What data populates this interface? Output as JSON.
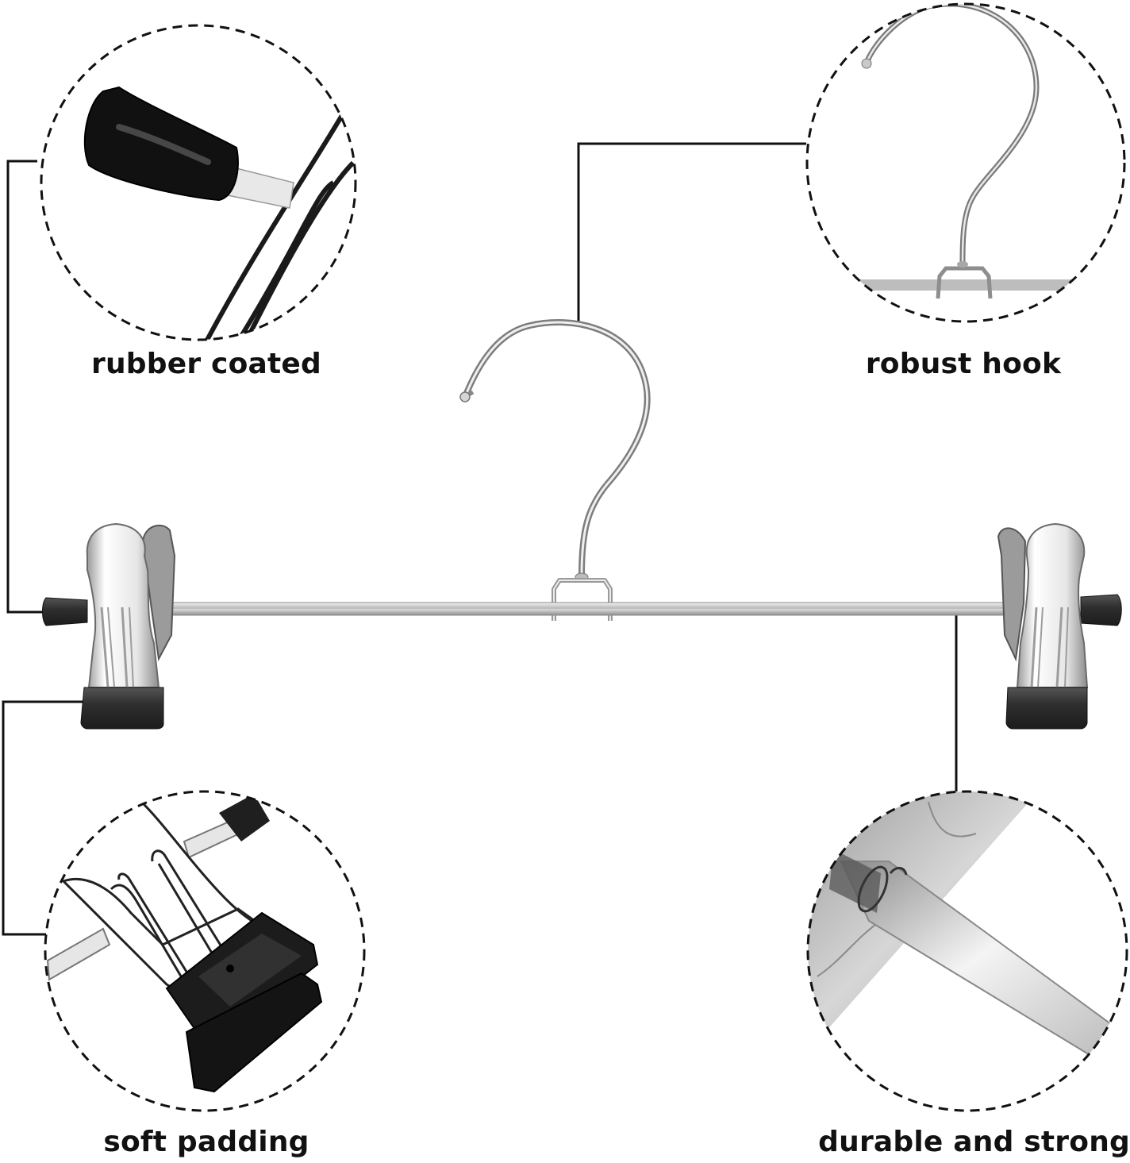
{
  "infographic": {
    "subject": "clip hanger",
    "features": [
      {
        "id": "rubber-coated",
        "label": "rubber coated",
        "position": "top-left"
      },
      {
        "id": "robust-hook",
        "label": "robust hook",
        "position": "top-right"
      },
      {
        "id": "soft-padding",
        "label": "soft padding",
        "position": "bottom-left"
      },
      {
        "id": "durable-strong",
        "label": "durable and strong",
        "position": "bottom-right"
      }
    ]
  },
  "colors": {
    "background": "#ffffff",
    "text": "#111111",
    "connector": "#111111",
    "rubber": "#2b2b2b",
    "chrome": "#c9c9c9"
  }
}
